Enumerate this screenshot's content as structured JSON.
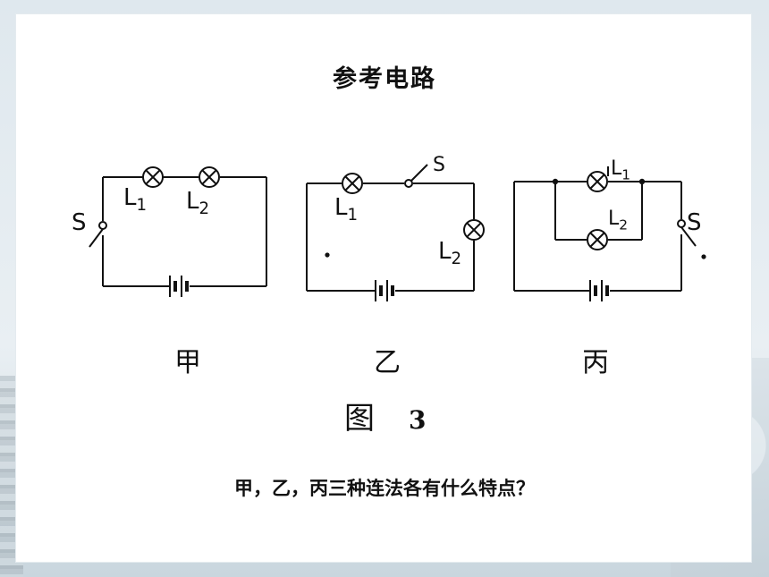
{
  "slide": {
    "title": "参考电路",
    "circuit_labels": {
      "jia": "甲",
      "yi": "乙",
      "bing": "丙"
    },
    "figure": {
      "char": "图",
      "number": "3"
    },
    "question": "甲，乙，丙三种连法各有什么特点？"
  },
  "components": {
    "switch": "S",
    "lamp1": "L1",
    "lamp2": "L2"
  }
}
